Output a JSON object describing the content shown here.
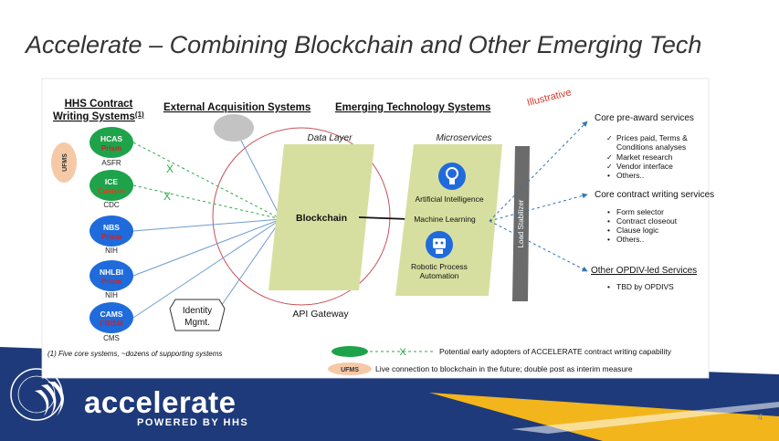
{
  "slide": {
    "title": "Accelerate – Combining Blockchain and Other Emerging Tech",
    "number": "4"
  },
  "colors": {
    "blue_node": "#1F6BDC",
    "green_node": "#1EA34A",
    "peach": "#F6C9A6",
    "prism_red": "#C0282D",
    "custom_orange": "#D7421F",
    "circle": "#C8505A",
    "box_green": "#D7DFA0",
    "stabilizer": "#6B6B6B",
    "arrow_blue": "#2E75B6",
    "x_green": "#2EA84A",
    "illustrative": "#D73A2F",
    "footer_navy": "#1E3A7A",
    "footer_gold": "#F2B51B"
  },
  "headers": {
    "hhs": "HHS Contract Writing Systems",
    "hhs_line1": "HHS Contract",
    "hhs_line2": "Writing  Systems",
    "hhs_sup": "(1)",
    "external": "External Acquisition Systems",
    "emerging": "Emerging Technology Systems",
    "illustrative": "Illustrative"
  },
  "ufms_label": "UFMS",
  "systems": [
    {
      "name": "HCAS",
      "tag": "Prism",
      "agency": "ASFR",
      "color": "green",
      "adopter": true
    },
    {
      "name": "ICE",
      "tag": "Custom",
      "agency": "CDC",
      "color": "green",
      "adopter": true
    },
    {
      "name": "NBS",
      "tag": "Prism",
      "agency": "NIH",
      "color": "blue",
      "adopter": false
    },
    {
      "name": "NHLBI",
      "tag": "Prism",
      "agency": "NIH",
      "color": "blue",
      "adopter": false
    },
    {
      "name": "CAMS",
      "tag": "PRISM",
      "agency": "CMS",
      "color": "blue",
      "adopter": false
    }
  ],
  "x_mark": "X",
  "identity": {
    "line1": "Identity",
    "line2": "Mgmt."
  },
  "data_layer": "Data Layer",
  "blockchain": "Blockchain",
  "api_gateway": "API Gateway",
  "microservices": {
    "title": "Microservices",
    "ai": "Artificial Intelligence",
    "ml": "Machine Learning",
    "rpa_line1": "Robotic Process",
    "rpa_line2": "Automation"
  },
  "load_stabilizer": "Load  Stabilizer",
  "services": [
    {
      "title": "Core pre-award services",
      "bullet": "check",
      "items": [
        "Prices paid, Terms &",
        "Conditions analyses",
        "Market research",
        "Vendor interface",
        "Others.."
      ],
      "bulleted": [
        true,
        false,
        true,
        true,
        true
      ]
    },
    {
      "title": "Core contract writing services",
      "bullet": "dot",
      "items": [
        "Form selector",
        "Contract closeout",
        "Clause logic",
        "Others.."
      ],
      "bulleted": [
        true,
        true,
        true,
        true
      ]
    },
    {
      "title": "Other OPDIV-led Services",
      "bullet": "dot",
      "items": [
        "TBD by OPDIVS"
      ],
      "bulleted": [
        true
      ]
    }
  ],
  "footnote": "(1) Five core systems, ~dozens of supporting systems",
  "legend": {
    "x": "X",
    "adopters": "Potential early adopters of ACCELERATE contract writing capability",
    "ufms": "UFMS",
    "ufms_text": "Live connection to blockchain in the future; double post as interim measure"
  },
  "brand": {
    "word": "accelerate",
    "sub": "POWERED BY HHS"
  },
  "seal_icon": "hhs-seal-icon",
  "eagle_icon": "hhs-eagle-icon"
}
